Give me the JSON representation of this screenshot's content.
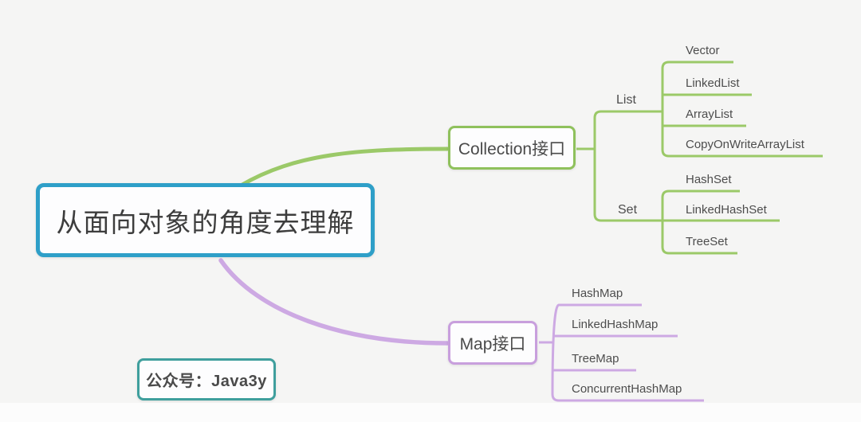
{
  "canvas": {
    "background": "#f5f5f4",
    "type_hint": "mind-map"
  },
  "root": {
    "label": "从面向对象的角度去理解",
    "border_color": "#2e9fc8"
  },
  "watermark": {
    "label": "公众号：Java3y",
    "border_color": "#3f9f9d"
  },
  "branches": {
    "collection": {
      "label": "Collection接口",
      "color": "#9bc968",
      "border_color": "#8fc15c",
      "groups": {
        "list": {
          "label": "List",
          "children": [
            "Vector",
            "LinkedList",
            "ArrayList",
            "CopyOnWriteArrayList"
          ]
        },
        "set": {
          "label": "Set",
          "children": [
            "HashSet",
            "LinkedHashSet",
            "TreeSet"
          ]
        }
      }
    },
    "map": {
      "label": "Map接口",
      "color": "#cda9e3",
      "border_color": "#c89fdd",
      "children": [
        "HashMap",
        "LinkedHashMap",
        "TreeMap",
        "ConcurrentHashMap"
      ]
    }
  }
}
